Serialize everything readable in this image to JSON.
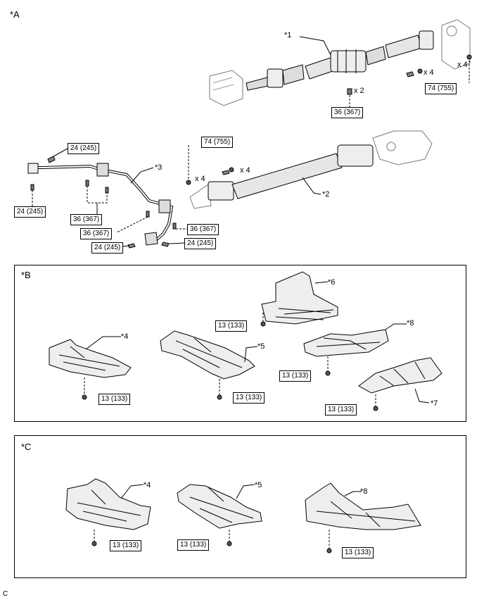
{
  "figure_code": "C",
  "sections": {
    "a": "*A",
    "b": "*B",
    "c": "*C"
  },
  "part_labels": {
    "p1": "*1",
    "p2": "*2",
    "p3": "*3",
    "p4": "*4",
    "p5": "*5",
    "p6": "*6",
    "p7": "*7",
    "p8": "*8"
  },
  "quantities": {
    "x4": "x 4",
    "x2": "x 2"
  },
  "torques": {
    "t74_755": "74 (755)",
    "t36_367": "36 (367)",
    "t24_245": "24 (245)",
    "t13_133": "13 (133)"
  }
}
